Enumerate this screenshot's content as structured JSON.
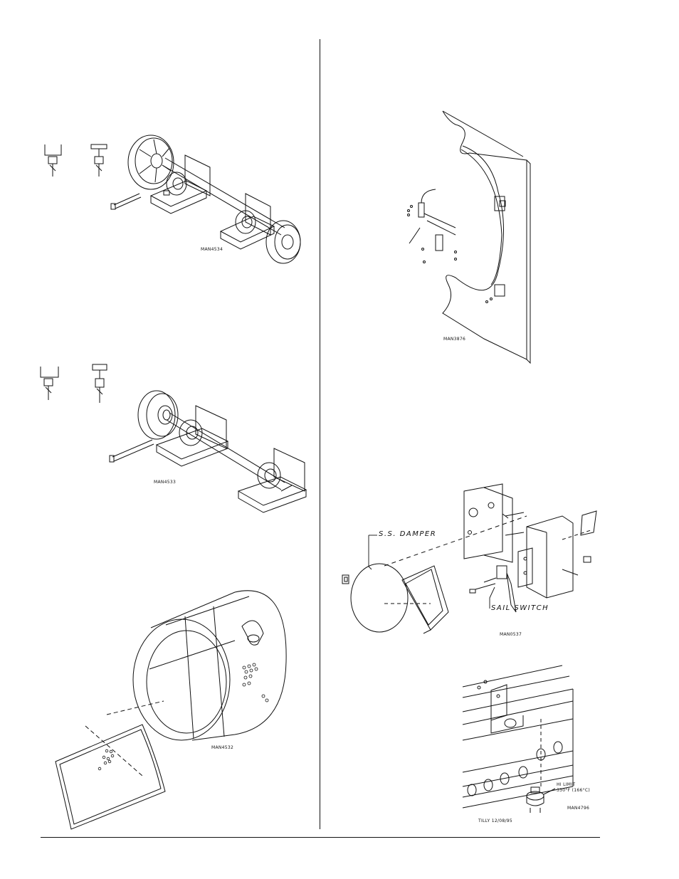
{
  "figures": {
    "fig1": {
      "code": "MAN4534"
    },
    "fig2": {
      "code": "MAN4533"
    },
    "fig3": {
      "code": "MAN4532"
    },
    "fig4": {
      "code": "MAN3876"
    },
    "fig5": {
      "code": "MAN0537",
      "callout_damper": "S.S. DAMPER",
      "callout_switch": "SAIL SWITCH"
    },
    "fig6": {
      "code": "MAN4796",
      "callout_limit_1": "HI LIMIT",
      "callout_limit_2": "330°F (166°C)",
      "footer": "TILLY 12/08/95"
    }
  }
}
